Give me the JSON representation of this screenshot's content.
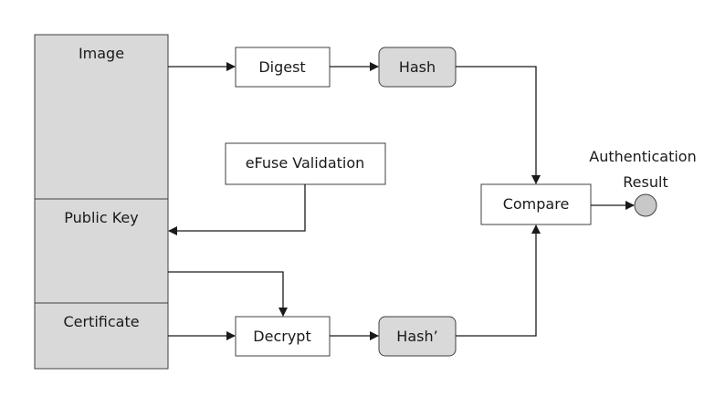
{
  "blocks": {
    "image": "Image",
    "public_key": "Public Key",
    "certificate": "Certificate",
    "digest": "Digest",
    "hash": "Hash",
    "efuse": "eFuse Validation",
    "compare": "Compare",
    "decrypt": "Decrypt",
    "hash_prime": "Hash’"
  },
  "result": {
    "line1": "Authentication",
    "line2": "Result"
  },
  "colors": {
    "panel_fill": "#d9d9d9",
    "box_fill": "#ffffff",
    "stroke": "#404040",
    "result_fill": "#c8c8c8"
  }
}
